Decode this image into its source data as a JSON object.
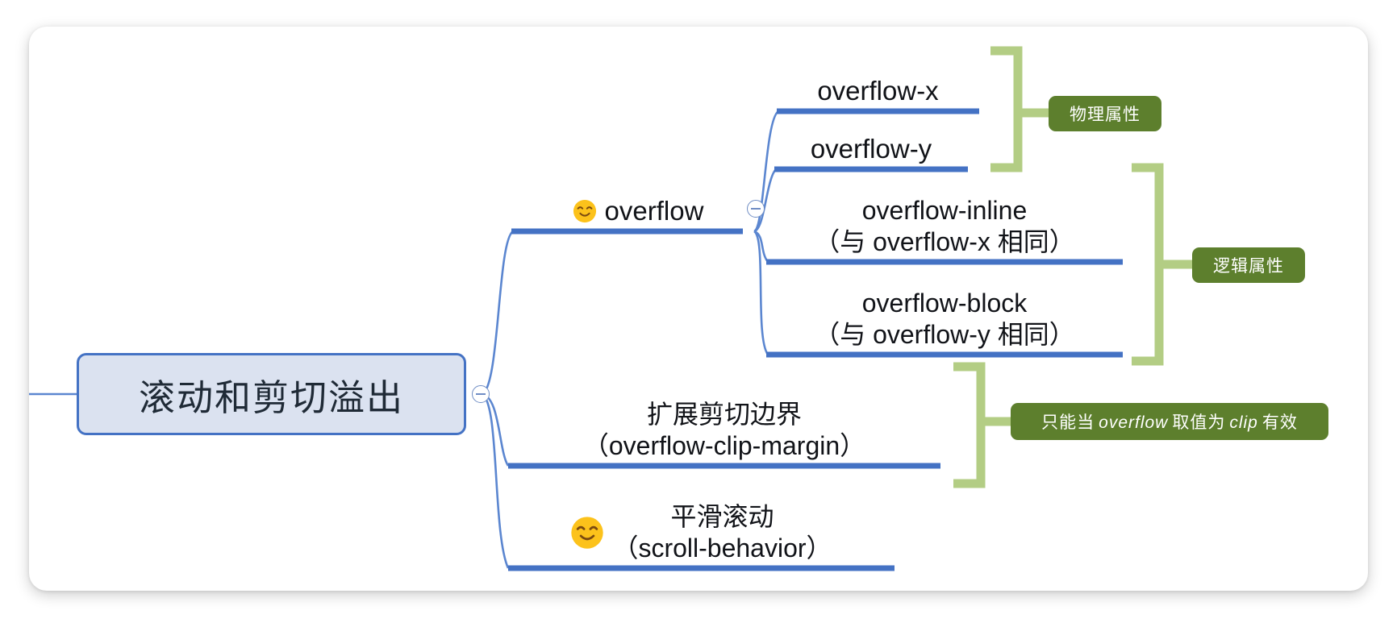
{
  "canvas": {
    "background": "#ffffff",
    "card_radius": 22
  },
  "colors": {
    "root_fill": "#dbe2f0",
    "root_border": "#4472c4",
    "branch_line": "#4472c4",
    "branch_curve": "#5b86d0",
    "bracket_green": "#b3cd84",
    "badge_green": "#5d7f2d",
    "badge_text": "#ffffff",
    "node_text": "#111318"
  },
  "root": {
    "label": "滚动和剪切溢出",
    "toggle_icon": "collapse-minus-icon",
    "toggle_state": "expanded"
  },
  "branches": [
    {
      "id": "overflow",
      "label": "overflow",
      "emoji": "smiling-face-emoji",
      "toggle_icon": "collapse-minus-icon",
      "toggle_state": "expanded",
      "children": [
        {
          "id": "overflow-x",
          "label": "overflow-x",
          "group": "physical"
        },
        {
          "id": "overflow-y",
          "label": "overflow-y",
          "group": "physical"
        },
        {
          "id": "overflow-inline",
          "label": "overflow-inline\n（与 overflow-x 相同）",
          "group": "logical"
        },
        {
          "id": "overflow-block",
          "label": "overflow-block\n（与 overflow-y 相同）",
          "group": "logical"
        }
      ]
    },
    {
      "id": "overflow-clip-margin",
      "label": "扩展剪切边界\n（overflow-clip-margin）",
      "emoji": null,
      "group": "clip-note"
    },
    {
      "id": "scroll-behavior",
      "label": "平滑滚动\n（scroll-behavior）",
      "emoji": "smiling-face-emoji",
      "group": null
    }
  ],
  "badges": [
    {
      "id": "physical",
      "text": "物理属性",
      "parts": null
    },
    {
      "id": "logical",
      "text": "逻辑属性",
      "parts": null
    },
    {
      "id": "clip-note",
      "text": "只能当 overflow 取值为 clip 有效",
      "parts": [
        {
          "t": "只能当",
          "italic": false
        },
        {
          "t": "overflow",
          "italic": true
        },
        {
          "t": "取值为",
          "italic": false
        },
        {
          "t": "clip",
          "italic": true
        },
        {
          "t": "有效",
          "italic": false
        }
      ]
    }
  ]
}
